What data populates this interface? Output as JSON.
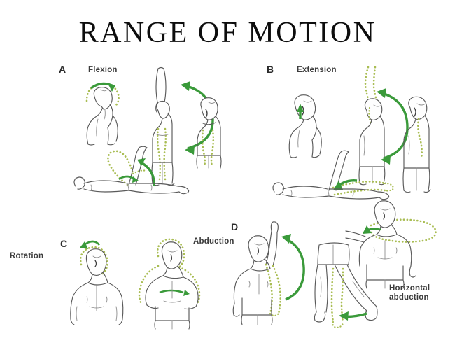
{
  "poster": {
    "title": "RANGE OF MOTION",
    "background_color": "#ffffff",
    "accent_arrow_color": "#3a9a3a",
    "accent_path_color": "#a9bd53",
    "outline_color": "#5a5a5a"
  },
  "panels": [
    {
      "letter": "A",
      "term": "Flexion",
      "figures": [
        "head-neck-flexion-profile",
        "standing-arms-overhead-flexion",
        "standing-shoulder-flexion-back-view",
        "supine-hip-knee-flexion"
      ]
    },
    {
      "letter": "B",
      "term": "Extension",
      "figures": [
        "seated-neck-extension-profile",
        "standing-trunk-extension",
        "standing-shoulder-extension",
        "prone-hip-extension"
      ]
    },
    {
      "letter": "C",
      "term": "Rotation",
      "figures": [
        "head-rotation-front-view",
        "trunk-rotation-hands-on-hips"
      ]
    },
    {
      "letter": "D",
      "term": "Abduction",
      "figures": [
        "shoulder-abduction-arm-overhead",
        "hip-abduction-legs",
        "horizontal-shoulder-abduction"
      ],
      "secondary_term": "Horizontal\nabduction"
    }
  ]
}
